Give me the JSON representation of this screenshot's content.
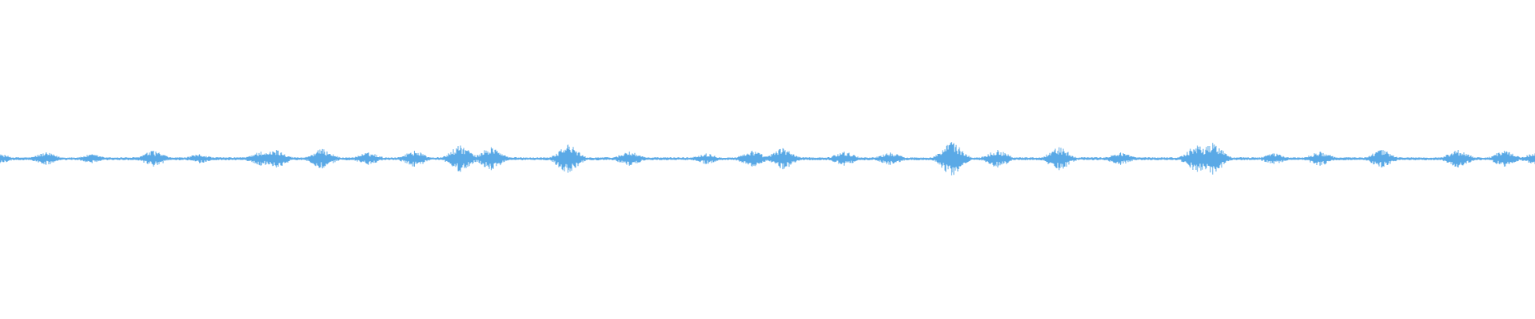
{
  "chart_data": {
    "type": "line",
    "title": "",
    "xlabel": "",
    "ylabel": "",
    "grid": false,
    "legend": "none",
    "ylim": [
      -1,
      1
    ],
    "series": [
      {
        "color": "#5aa9e6",
        "style": "audio-waveform",
        "y_baseline": 0,
        "bursts": [
          {
            "x": 0.0,
            "amp": 0.05
          },
          {
            "x": 0.03,
            "amp": 0.07
          },
          {
            "x": 0.06,
            "amp": 0.05
          },
          {
            "x": 0.1,
            "amp": 0.09
          },
          {
            "x": 0.13,
            "amp": 0.05
          },
          {
            "x": 0.17,
            "amp": 0.08
          },
          {
            "x": 0.18,
            "amp": 0.1
          },
          {
            "x": 0.21,
            "amp": 0.11
          },
          {
            "x": 0.24,
            "amp": 0.07
          },
          {
            "x": 0.27,
            "amp": 0.09
          },
          {
            "x": 0.3,
            "amp": 0.15
          },
          {
            "x": 0.32,
            "amp": 0.13
          },
          {
            "x": 0.37,
            "amp": 0.16
          },
          {
            "x": 0.41,
            "amp": 0.08
          },
          {
            "x": 0.46,
            "amp": 0.06
          },
          {
            "x": 0.49,
            "amp": 0.09
          },
          {
            "x": 0.51,
            "amp": 0.12
          },
          {
            "x": 0.55,
            "amp": 0.08
          },
          {
            "x": 0.58,
            "amp": 0.07
          },
          {
            "x": 0.62,
            "amp": 0.19
          },
          {
            "x": 0.65,
            "amp": 0.1
          },
          {
            "x": 0.69,
            "amp": 0.13
          },
          {
            "x": 0.73,
            "amp": 0.07
          },
          {
            "x": 0.78,
            "amp": 0.15
          },
          {
            "x": 0.79,
            "amp": 0.18
          },
          {
            "x": 0.83,
            "amp": 0.06
          },
          {
            "x": 0.86,
            "amp": 0.08
          },
          {
            "x": 0.9,
            "amp": 0.1
          },
          {
            "x": 0.95,
            "amp": 0.1
          },
          {
            "x": 0.98,
            "amp": 0.09
          },
          {
            "x": 1.0,
            "amp": 0.06
          }
        ]
      }
    ]
  }
}
